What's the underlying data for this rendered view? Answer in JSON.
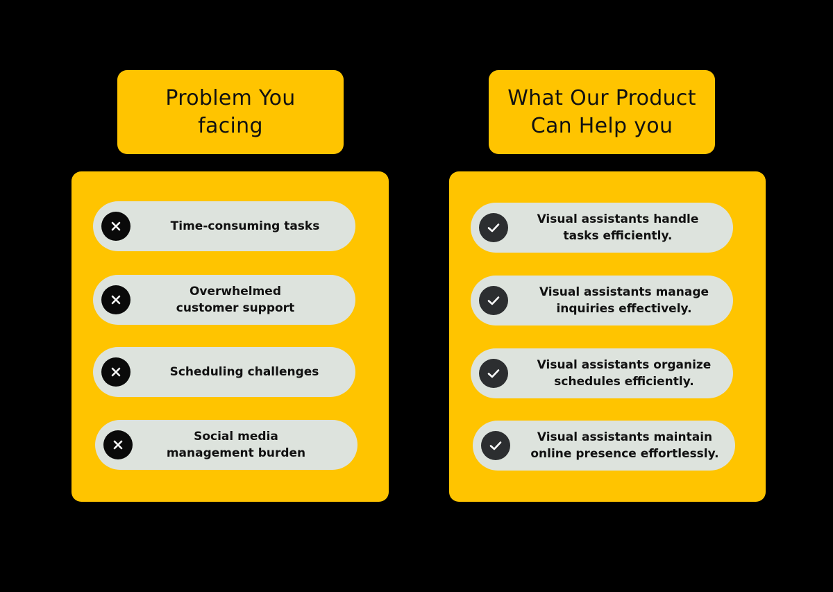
{
  "colors": {
    "background": "#000000",
    "accent": "#FFC400",
    "pill": "#DDE3DD",
    "icon_dark": "#0A0A0A"
  },
  "left": {
    "title": "Problem You\nfacing",
    "items": [
      {
        "icon": "x-icon",
        "text": "Time-consuming tasks"
      },
      {
        "icon": "x-icon",
        "text": "Overwhelmed\ncustomer support"
      },
      {
        "icon": "x-icon",
        "text": "Scheduling challenges"
      },
      {
        "icon": "x-icon",
        "text": "Social media\nmanagement burden"
      }
    ]
  },
  "right": {
    "title": "What Our Product\nCan Help you",
    "items": [
      {
        "icon": "check-icon",
        "text": "Visual assistants handle\ntasks efficiently."
      },
      {
        "icon": "check-icon",
        "text": "Visual assistants manage\ninquiries effectively."
      },
      {
        "icon": "check-icon",
        "text": "Visual assistants organize\nschedules efficiently."
      },
      {
        "icon": "check-icon",
        "text": "Visual assistants maintain\nonline presence effortlessly."
      }
    ]
  }
}
